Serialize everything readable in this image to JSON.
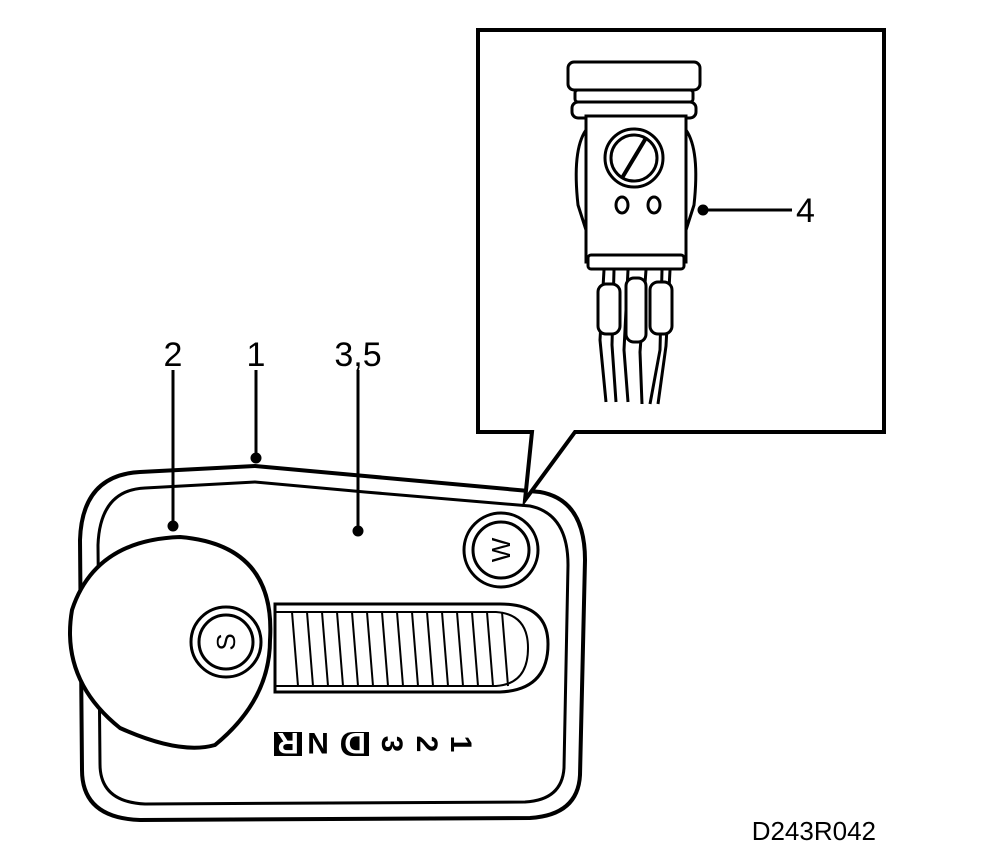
{
  "callouts": {
    "label_1": "1",
    "label_2": "2",
    "label_35": "3,5",
    "label_4": "4"
  },
  "knobs": {
    "s_button": "S",
    "w_button": "W"
  },
  "gears": [
    "R",
    "N",
    "D",
    "3",
    "2",
    "1"
  ],
  "figure_code": "D243R042",
  "colors": {
    "ink": "#000000",
    "paper": "#ffffff"
  }
}
